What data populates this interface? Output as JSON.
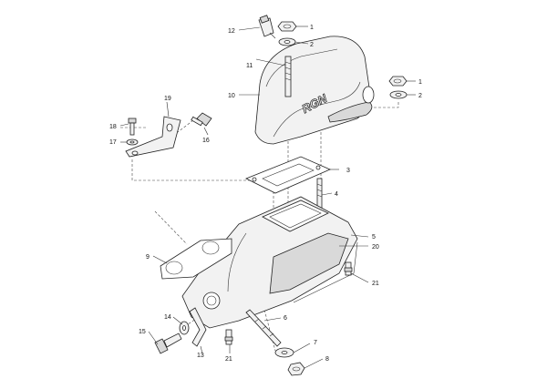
{
  "callouts": [
    {
      "id": "c1a",
      "label": "1"
    },
    {
      "id": "c1b",
      "label": "1"
    },
    {
      "id": "c2a",
      "label": "2"
    },
    {
      "id": "c2b",
      "label": "2"
    },
    {
      "id": "c3",
      "label": "3"
    },
    {
      "id": "c4",
      "label": "4"
    },
    {
      "id": "c5",
      "label": "5"
    },
    {
      "id": "c6",
      "label": "6"
    },
    {
      "id": "c7",
      "label": "7"
    },
    {
      "id": "c8",
      "label": "8"
    },
    {
      "id": "c9",
      "label": "9"
    },
    {
      "id": "c10",
      "label": "10"
    },
    {
      "id": "c11",
      "label": "11"
    },
    {
      "id": "c12",
      "label": "12"
    },
    {
      "id": "c13",
      "label": "13"
    },
    {
      "id": "c14",
      "label": "14"
    },
    {
      "id": "c15",
      "label": "15"
    },
    {
      "id": "c16",
      "label": "16"
    },
    {
      "id": "c17",
      "label": "17"
    },
    {
      "id": "c18",
      "label": "18"
    },
    {
      "id": "c19",
      "label": "19"
    },
    {
      "id": "c20",
      "label": "20"
    },
    {
      "id": "c21a",
      "label": "21"
    },
    {
      "id": "c21b",
      "label": "21"
    }
  ],
  "cover_logo": "RGN"
}
